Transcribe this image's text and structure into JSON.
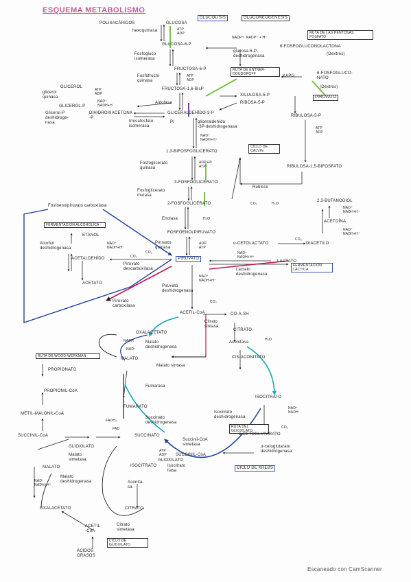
{
  "title": "ESQUEMA METABOLISMO",
  "labels": {
    "glucolisis": "GLUCOLISIS",
    "gluconeogenesis": "GLUCONEOGENESIS",
    "ruta_pentosas": "RUTA DE LAS PENTOSAS FOSFATO",
    "ruta_entner": "RUTA DE ENTNER-DOUDOROFF",
    "ciclo_calvin": "CICLO DE CALVIN",
    "piruvato_box": "PIRUVATO",
    "piruvato_center": "PIRUVATO",
    "fermentacion_alcoholica": "FERMENTACIÓN ALCOHÓLICA",
    "fermentacion_lactica": "FERMENTACIÓN LÁCTICA",
    "ruta_wood": "RUTA DE WOOD-WERKMAN",
    "ruta_glioxilato": "RUTA DEL GLIOXILATO",
    "ciclo_krebs": "CICLO DE KREBS",
    "ciclo_glioxilato": "CICLO DE GLIOXILATO"
  },
  "glycolysis": {
    "polisacaridos": "POLISACÁRIDOS",
    "glucosa": "GLUCOSA",
    "hexoquinasa": "hexoquinasa",
    "atp_adp_1": "ATP\nADP",
    "glucosa6p": "GLUCOSA-6-P",
    "fosfogluco_isomerasa": "Fosfogluco\nisomerasa",
    "fructosa6p": "FRUCTOSA-6-P",
    "fosfofructo_quinasa": "Fosfofructo\nquinasa",
    "atp_adp_2": "ATP\nADP",
    "fructosa16bisp": "FRUCTOSA-1,6-BisP",
    "aldolasa": "Aldolasa",
    "gliceraldehido3p": "GLICERALDEHÍDO-3-P",
    "triosafosfato_isomerasa": "triosafosfato\nisomerasa",
    "dihidroxiacetona": "DIHIDROXIACETONA\n-P",
    "pi": "Pi",
    "g3p_deshidrogenasa": "gliceraldehído\n-3P-deshidrogenasa",
    "nad_nadh_1": "NAD⁺\nNADH+H⁺",
    "bisfosfoglicerato": "1,3-BIFOSFOGLICERATO",
    "fosfoglicerato_quinasa": "Fosfoglicerato\nquinasa",
    "adp_atp_1": "ADP+Pi\nATP",
    "fosfoglicerato3": "3-FOSFOGLICERATO",
    "fosfoglicerato_mutasa": "Fosfoglicerato\nmutasa",
    "fosfoglicerato2": "2-FOSFOGLICERATO",
    "enolasa": "Enolasa",
    "h2o_1": "H₂O",
    "fosfoenolpiruvato": "FOSFOENOLPIRUVATO",
    "fosfoenolpiruvato_carboxilasa": "Fosfoenolpiruvato carboxilasa",
    "piruvato_quinasa": "Piruvato\nquinasa",
    "adp_atp_2": "ADP\nATP",
    "co2_1": "CO₂"
  },
  "glycerol": {
    "glicerol": "GLICEROL",
    "glicerol_quinasa": "glicerol\nquinasa",
    "atp_adp": "ATP\nADP",
    "glicerol_p": "GLICEROL-P",
    "glicerol_p_desh": "Glicerol-P\ndeshidroge-\nnasa",
    "nad_nadh": "NAD⁺\nNADH+H"
  },
  "pentose": {
    "nadp_nadph": "NADP⁺  NADP⁺ + H⁺",
    "fosfogluconolactona": "6-FOSFOGLUCONOLACTONA",
    "g6p_deshidrogenasa": "glucosa-6-P-\ndeshidrogenasa",
    "dextros": "(Dextros)",
    "kapg": "KAPG",
    "fosfogluconato": "6-FOSFOGLUCO-\nNATO",
    "dextros2": "(Dextros)",
    "xilulosa5p": "XILULOSA-5-P",
    "ribosa5p": "RIBOSA-5-P",
    "ribulosa5p": "RIBULOSA-5-P",
    "atp_adp": "ATP\nADP",
    "ribulosa15bisp": "RIBULOSA-1,5-BIFOSFATO",
    "rubisco": "Rubisco",
    "co2": "CO₂",
    "h2o": "H₂O"
  },
  "fermentation": {
    "etanol": "ETANOL",
    "alcohol_desh": "Alcohol\ndeshidrogenasa",
    "nad_nadh_a": "NAD⁺\nNADH+H⁺",
    "acetaldehido": "ACETALDEHÍDO",
    "piruvato_descarb": "Piruvato\ndescarboxilasa",
    "co2_a": "CO₂",
    "acetato": "ACETATO",
    "acetolactato": "α-CETOLACTATO",
    "co2_b": "CO₂",
    "diacetilo": "DIACETILO",
    "nad_nadh_b": "NAD⁺\nNADH+H⁺",
    "lactato": "LACTATO",
    "lactato_desh": "Lactato\ndeshidrogenasa",
    "butanodiol": "2,3-BUTANODIOL",
    "nad_nadh_c": "NAD⁺\nNADH+H⁺",
    "acetoina": "ACETOÍNA",
    "nad_nadh_d": "NAD⁺\nNADH+H⁺",
    "piruvato_carbox": "Piruvato\ncarboxilasa",
    "piruvato_desh": "Piruvato\ndeshidrogenasa",
    "nad_nadh_e": "NAD⁺\nNADH+H⁺",
    "co2_c": "CO₂"
  },
  "krebs": {
    "acetil_coa": "ACETIL-CoA",
    "coash": "CO-A-SH",
    "citrato_sintasa": "Citrato\nsintasa",
    "oxalacetato": "OXALACETATO",
    "citrato": "CITRATO",
    "aconitasa": "Aconitasa",
    "h2o": "H₂O",
    "cis_aconitato": "CIS-ACONITATO",
    "nadh": "NADH",
    "nad": "NAD⁺",
    "malato_desh": "Malato\ndeshidrogenasa",
    "malato": "MALATO",
    "malato_sintasa": "Malato sintasa",
    "fumarasa": "Fumarasa",
    "fumarato": "FUMARATO",
    "fadh2": "FADH₂",
    "fad": "FAD",
    "succinato_desh": "Succinato\ndeshidrogenasa",
    "succinato": "SUCCINATO",
    "isocitrato": "ISOCITRATO",
    "isocitrato_desh": "Isocitrato\ndeshidrogenasa",
    "nad_nadh_k": "NAD⁺\nNADH",
    "co2_k": "CO₂",
    "cetoglutarato": "α-CETOGLUTARATO",
    "cetoglut_desh": "α-cetoglutarato\ndeshidrogenasa",
    "succinil_coa": "SUCCINIL-CoA",
    "succinil_sintetasa": "Succinil-CoA\nsintetasa",
    "atp_adp_k": "ATP\nADP",
    "isocitrato_liasa": "Isocitrato\nliasa",
    "glioxilato": "GLIOXILATO"
  },
  "wood": {
    "propionato": "PROPIONATO",
    "propionil_coa": "PROPIONIL-CoA",
    "metil_malonil_coa": "METIL-MALONIL-CoA",
    "succinil_coa": "SUCCINIL-CoA"
  },
  "glyoxylate": {
    "glioxilato": "GLIOXILATO",
    "malato_sintetasa": "Malato\nsintetasa",
    "malato": "MALATO",
    "malato_desh": "Malato\ndeshidrogenasa",
    "nad_nadh": "NAD⁺\nNADH+H⁺",
    "isocitrato": "ISOCITRATO",
    "aconitasa": "Aconita-\nsa",
    "oxalacetato": "OXALACETATO",
    "citrato": "CITRATO",
    "citrato_sintetasa": "Citrato\nsintetasa",
    "acetil_coa": "ACETIL\n-CoA",
    "acidos_grasos": "ÁCIDOS\nGRASOS"
  },
  "footer": "Escaneado con CamScanner",
  "colors": {
    "title": "#c8559c",
    "blue_path": "#1f3f9e",
    "teal_path": "#1aa6b7",
    "pink_path": "#c2185b",
    "green_mark": "#7cc142",
    "purple_mark": "#7b3fa0"
  }
}
